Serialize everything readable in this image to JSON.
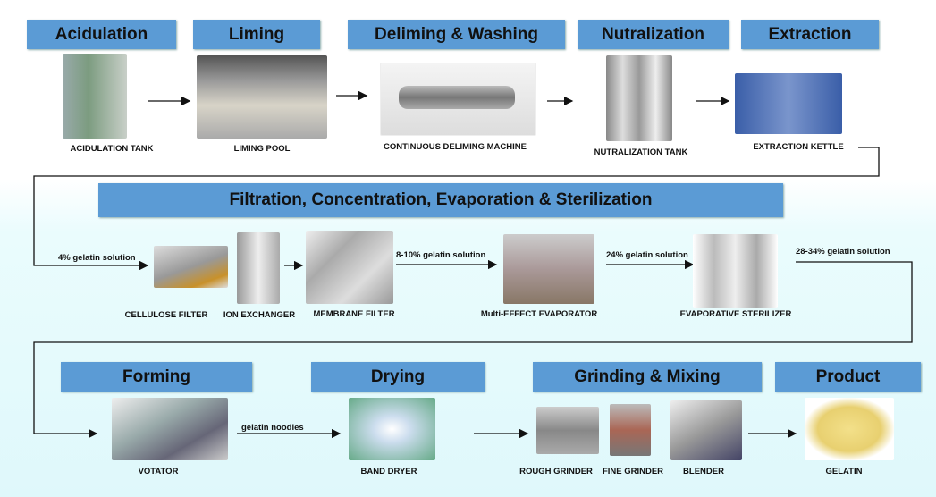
{
  "row1": {
    "headers": [
      "Acidulation",
      "Liming",
      "Deliming & Washing",
      "Nutralization",
      "Extraction"
    ],
    "equipment": [
      "ACIDULATION TANK",
      "LIMING POOL",
      "CONTINUOUS DELIMING MACHINE",
      "NUTRALIZATION TANK",
      "EXTRACTION KETTLE"
    ]
  },
  "row2": {
    "header": "Filtration, Concentration, Evaporation & Sterilization",
    "equipment": [
      "CELLULOSE FILTER",
      "ION EXCHANGER",
      "MEMBRANE FILTER",
      "Multi-EFFECT EVAPORATOR",
      "EVAPORATIVE STERILIZER"
    ],
    "flows": [
      "4% gelatin solution",
      "8-10% gelatin solution",
      "24% gelatin solution",
      "28-34% gelatin solution"
    ]
  },
  "row3": {
    "headers": [
      "Forming",
      "Drying",
      "Grinding & Mixing",
      "Product"
    ],
    "equipment": [
      "VOTATOR",
      "BAND DRYER",
      "ROUGH GRINDER",
      "FINE GRINDER",
      "BLENDER",
      "GELATIN"
    ],
    "flows": [
      "gelatin noodles"
    ]
  },
  "colors": {
    "header": "#5b9bd5",
    "background_lower": "#e4fafc"
  }
}
